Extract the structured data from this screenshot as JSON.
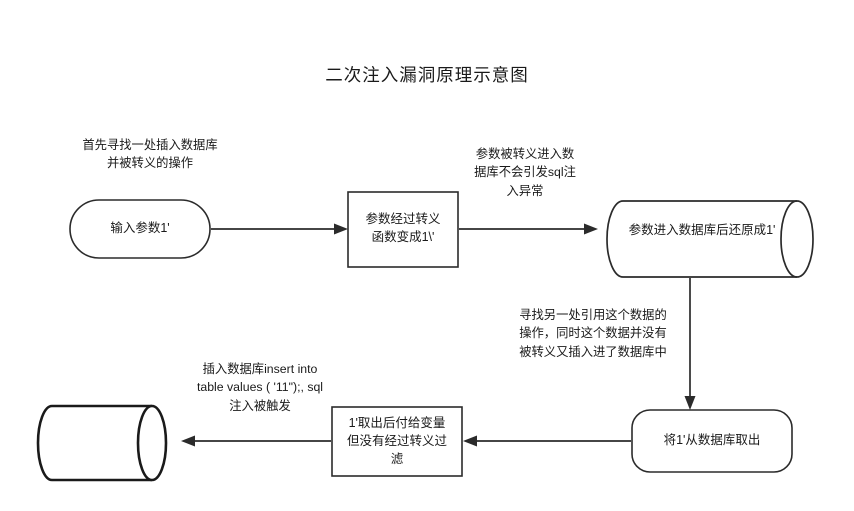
{
  "title": "二次注入漏洞原理示意图",
  "nodes": [
    {
      "id": "input-param",
      "shape": "stadium",
      "label": "输入参数1'"
    },
    {
      "id": "escape-function",
      "shape": "rectangle",
      "label": "参数经过转义\n函数变成1\\'"
    },
    {
      "id": "database-restore",
      "shape": "cylinder",
      "label": "参数进入数据库后还原成1'"
    },
    {
      "id": "fetch-from-db",
      "shape": "rounded-rectangle",
      "label": "将1'从数据库取出"
    },
    {
      "id": "assign-variable",
      "shape": "rectangle",
      "label": "1'取出后付给变量\n但没有经过转义过\n滤"
    },
    {
      "id": "target-database",
      "shape": "cylinder",
      "label": ""
    }
  ],
  "edge_labels": [
    {
      "id": "label-find-insert",
      "text": "首先寻找一处插入数据库\n并被转义的操作"
    },
    {
      "id": "label-no-sql-error",
      "text": "参数被转义进入数\n据库不会引发sql注\n入异常"
    },
    {
      "id": "label-find-reference",
      "text": "寻找另一处引用这个数据的\n操作，同时这个数据并没有\n被转义又插入进了数据库中"
    },
    {
      "id": "label-sql-triggered",
      "text": "插入数据库insert into\ntable values ( '11\");, sql\n注入被触发"
    }
  ],
  "colors": {
    "background": "#ffffff",
    "stroke": "#2b2b2b",
    "cylinder_stroke": "#1a1a1a",
    "text": "#1a1a1a"
  }
}
